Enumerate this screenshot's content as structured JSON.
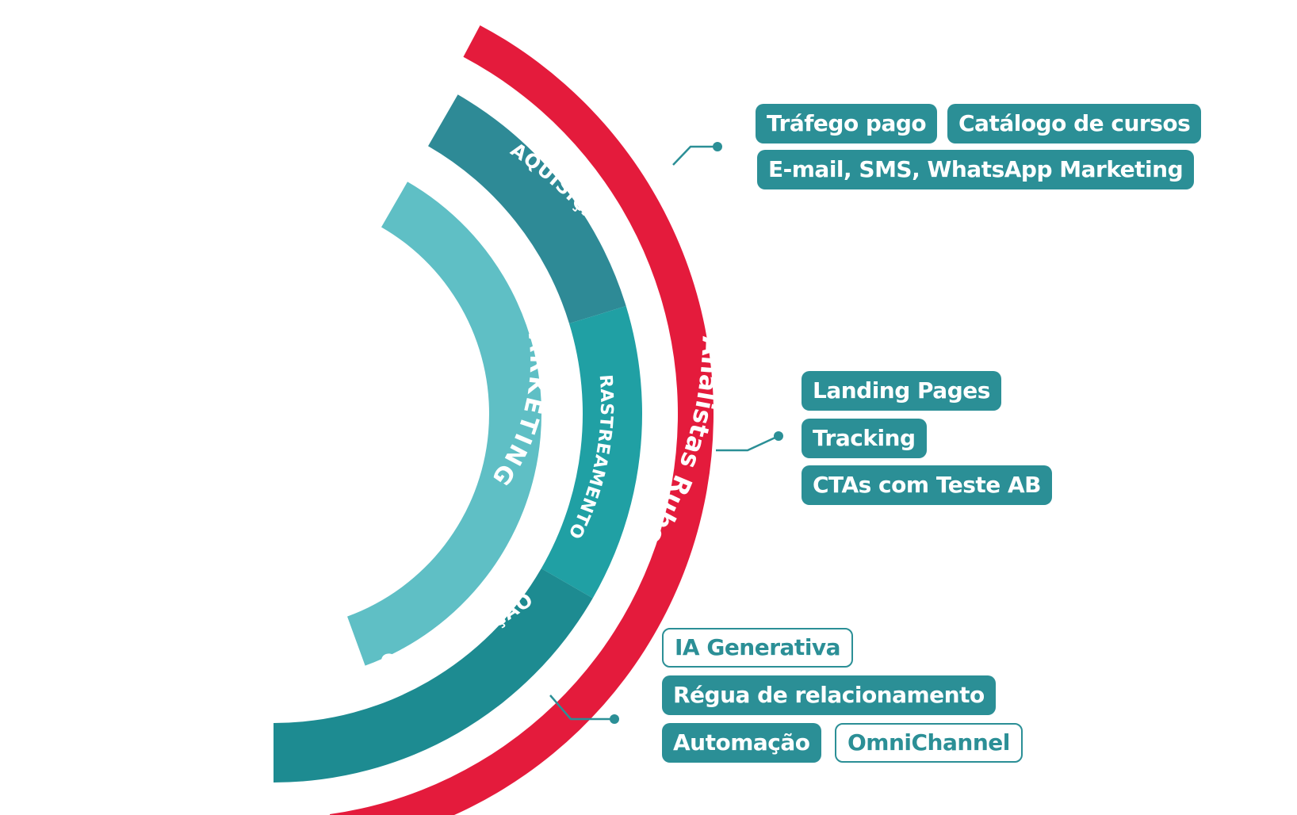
{
  "rings": {
    "inner": {
      "label": "MARKETING",
      "color": "#5fbfc5"
    },
    "middle": [
      {
        "label": "AQUISIÇÃO",
        "color": "#2e8a96"
      },
      {
        "label": "RASTREAMENTO",
        "color": "#20a0a4"
      },
      {
        "label": "QUALIFICAÇÃO",
        "color": "#1d8b91"
      }
    ],
    "outer": {
      "label": "Analistas Rubeus",
      "color": "#e41b3c"
    }
  },
  "connector_color": "#2b8f96",
  "groups": {
    "acquisition": {
      "tags": [
        {
          "label": "Tráfego pago",
          "style": "filled"
        },
        {
          "label": "Catálogo de cursos",
          "style": "filled"
        },
        {
          "label": "E-mail, SMS, WhatsApp Marketing",
          "style": "filled"
        }
      ]
    },
    "tracking": {
      "tags": [
        {
          "label": "Landing Pages",
          "style": "filled"
        },
        {
          "label": "Tracking",
          "style": "filled"
        },
        {
          "label": "CTAs com Teste AB",
          "style": "filled"
        }
      ]
    },
    "qualification": {
      "tags": [
        {
          "label": "IA Generativa",
          "style": "outline"
        },
        {
          "label": "Régua de relacionamento",
          "style": "filled"
        },
        {
          "label": "Automação",
          "style": "filled"
        },
        {
          "label": "OmniChannel",
          "style": "outline"
        }
      ]
    }
  }
}
